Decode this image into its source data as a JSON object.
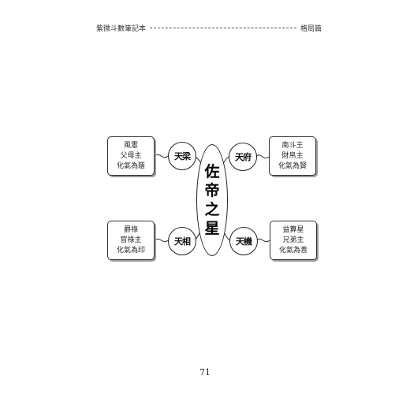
{
  "header": {
    "book_title": "紫微斗數筆記本",
    "section": "格局篇"
  },
  "diagram": {
    "center_label": "佐帝之星",
    "nodes": [
      {
        "star": "天梁",
        "lines": [
          "風憲",
          "父母主",
          "化氣為蔭"
        ]
      },
      {
        "star": "天府",
        "lines": [
          "南斗王",
          "財帛主",
          "化氣為賢"
        ]
      },
      {
        "star": "天相",
        "lines": [
          "爵祿",
          "官祿主",
          "化氣為印"
        ]
      },
      {
        "star": "天機",
        "lines": [
          "益算星",
          "兄弟主",
          "化氣為善"
        ]
      }
    ]
  },
  "page_number": "71"
}
